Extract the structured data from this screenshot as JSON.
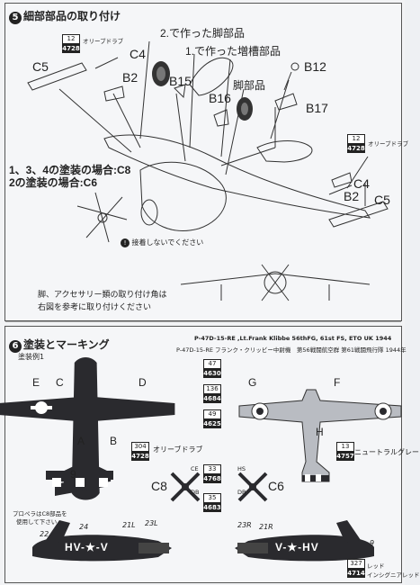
{
  "section5": {
    "number": "5",
    "title": "細部部品の取り付け",
    "label_prop_made": "2.で作った脚部品",
    "label_tank_made": "1.で作った増槽部品",
    "label_gear": "脚部品",
    "olive_drab_left": {
      "code": "12",
      "ref": "4728",
      "name": "オリーブドラブ"
    },
    "olive_drab_right": {
      "code": "12",
      "ref": "4728",
      "name": "オリーブドラブ"
    },
    "parts": {
      "c4_left": "C4",
      "c5_left": "C5",
      "b2_left": "B2",
      "b15": "B15",
      "b16": "B16",
      "b12": "B12",
      "b17": "B17",
      "c4_right": "C4",
      "b2_right": "B2",
      "c5_right": "C5"
    },
    "paint_note_1": "1、3、4の塗装の場合:C8",
    "paint_note_2": "2の塗装の場合:C6",
    "no_glue": "接着しないでください",
    "bottom_note_1": "脚、アクセサリー類の取り付け角は",
    "bottom_note_2": "右図を参考に取り付けください"
  },
  "section6": {
    "number": "6",
    "title": "塗装とマーキング",
    "caption_en": "P-47D-15-RE ,Lt.Frank Klibbe 56thFG, 61st FS,   ETO UK 1944",
    "caption_jp": "P-47D-15-RE フランク・クリッビー中尉機　第56戦闘航空群 第61戦闘飛行隊 1944年",
    "scheme": "塗装例1",
    "left_letters": {
      "e": "E",
      "c": "C",
      "d": "D",
      "a": "A",
      "b": "B",
      "n9": "9"
    },
    "right_letters": {
      "g": "G",
      "f": "F",
      "h": "H"
    },
    "olive_drab": {
      "code": "304",
      "ref": "4728",
      "name": "オリーブドラブ"
    },
    "neutral_gray": {
      "code": "13",
      "ref": "4757",
      "name": "ニュートラルグレー"
    },
    "color_tags": [
      {
        "code": "47",
        "ref": "4630"
      },
      {
        "code": "136",
        "ref": "4684"
      },
      {
        "code": "49",
        "ref": "4625"
      },
      {
        "code": "33",
        "ref": "4768"
      },
      {
        "code": "35",
        "ref": "4683"
      }
    ],
    "props": {
      "c8": "C8",
      "c6": "C6",
      "ce_left": "CE",
      "db_left": "DB",
      "hs": "HS",
      "db_right": "DB"
    },
    "prop_note_1": "プロペラはC8部品を",
    "prop_note_2": "使用して下さい",
    "side_numbers": {
      "n24": "24",
      "n21l": "21L",
      "n23l": "23L",
      "n22": "22",
      "n23r": "23R",
      "n21r": "21R",
      "n9b": "9"
    },
    "codes_left": "HV-★-V",
    "codes_right": "V-★-HV",
    "red": {
      "code": "327",
      "ref": "4714",
      "name": "レッド",
      "sub": "インシグニアレッド"
    }
  }
}
